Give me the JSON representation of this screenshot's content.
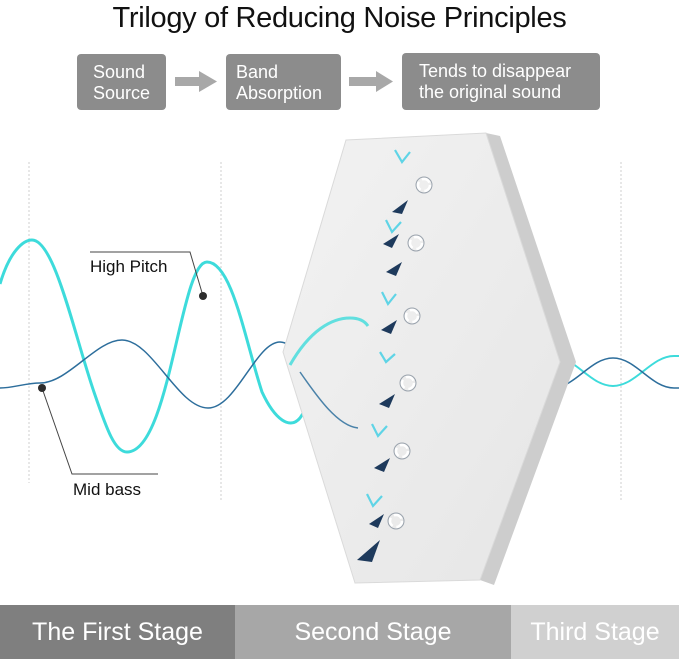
{
  "title": "Trilogy of Reducing Noise Principles",
  "flow": {
    "steps": [
      {
        "lines": [
          "Sound",
          "Source"
        ]
      },
      {
        "lines": [
          "Band",
          "Absorption"
        ]
      },
      {
        "lines": [
          "Tends to disappear",
          "the original sound"
        ]
      }
    ]
  },
  "labels": {
    "high_pitch": "High Pitch",
    "mid_bass": "Mid bass"
  },
  "stages": [
    {
      "label": "The First Stage"
    },
    {
      "label": "Second Stage"
    },
    {
      "label": "Third Stage"
    }
  ],
  "colors": {
    "high_pitch_wave": "#3ddbdb",
    "mid_bass_wave": "#2d6e9c",
    "flow_box": "#8c8c8c",
    "arrow": "#a8a8a8",
    "stage_first": "#7f7f7f",
    "stage_second": "#a7a7a7",
    "stage_third": "#d0d0d0",
    "panel": "#ececec"
  },
  "icons": [
    "right-arrow-icon",
    "sound-reflection-arrow-icon",
    "swirl-icon"
  ]
}
